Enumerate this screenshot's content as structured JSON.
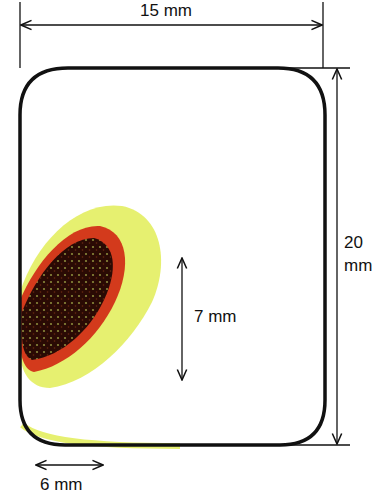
{
  "diagram": {
    "labels": [
      "15 mm",
      "20 mm",
      "7 mm",
      "6 mm"
    ]
  }
}
